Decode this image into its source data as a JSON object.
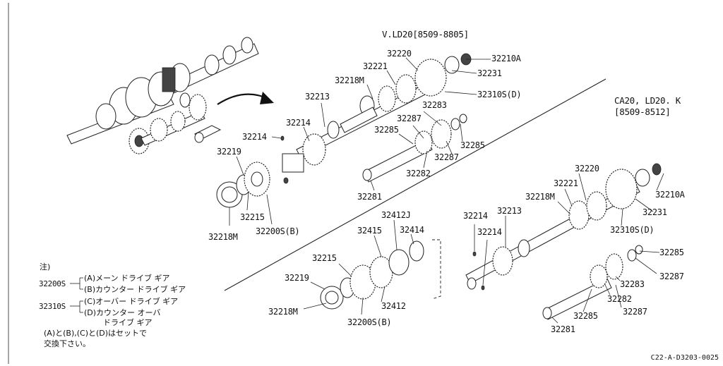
{
  "headings": {
    "group1": "V.LD20[8509-8805]",
    "group2_line1": "CA20, LD20. K",
    "group2_line2": "[8509-8512]"
  },
  "callouts": {
    "a_32210A": "32210A",
    "a_32220": "32220",
    "a_32231": "32231",
    "a_32221": "32221",
    "a_32218M": "32218M",
    "a_32310S": "32310S(D)",
    "a_32213": "32213",
    "a_32283": "32283",
    "a_32287a": "32287",
    "a_32285a": "32285",
    "a_32214lbl": "32214",
    "a_32214": "32214",
    "a_32285b": "32285",
    "a_32219": "32219",
    "a_32287b": "32287",
    "a_32282": "32282",
    "a_32281": "32281",
    "a_32215": "32215",
    "a_32218M_b": "32218M",
    "a_32200S": "32200S(B)",
    "b_32220": "32220",
    "b_32221": "32221",
    "b_32210A": "32210A",
    "b_32218M": "32218M",
    "b_32231": "32231",
    "b_32412J": "32412J",
    "b_32214a": "32214",
    "b_32213": "32213",
    "b_32310S": "32310S(D)",
    "b_32415": "32415",
    "b_32414": "32414",
    "b_32214b": "32214",
    "b_32215": "32215",
    "b_32285": "32285",
    "b_32219": "32219",
    "b_32287a": "32287",
    "b_32283": "32283",
    "b_32282": "32282",
    "b_32412": "32412",
    "b_32287b": "32287",
    "b_32200S": "32200S(B)",
    "b_32285b": "32285",
    "b_32281": "32281"
  },
  "notes": {
    "title": "注)",
    "k32200S": "32200S",
    "a": "(A)メーン ドライブ ギア",
    "b": "(B)カウンター ドライブ ギア",
    "k32310S": "32310S",
    "c": "(C)オーバー ドライブ ギア",
    "d1": "(D)カウンター オーバ",
    "d2": "ドライブ ギア",
    "set1": "(A)と(B),(C)と(D)はセットで",
    "set2": "交換下さい。"
  },
  "diagram_code": "C22-A-D3203-0025"
}
